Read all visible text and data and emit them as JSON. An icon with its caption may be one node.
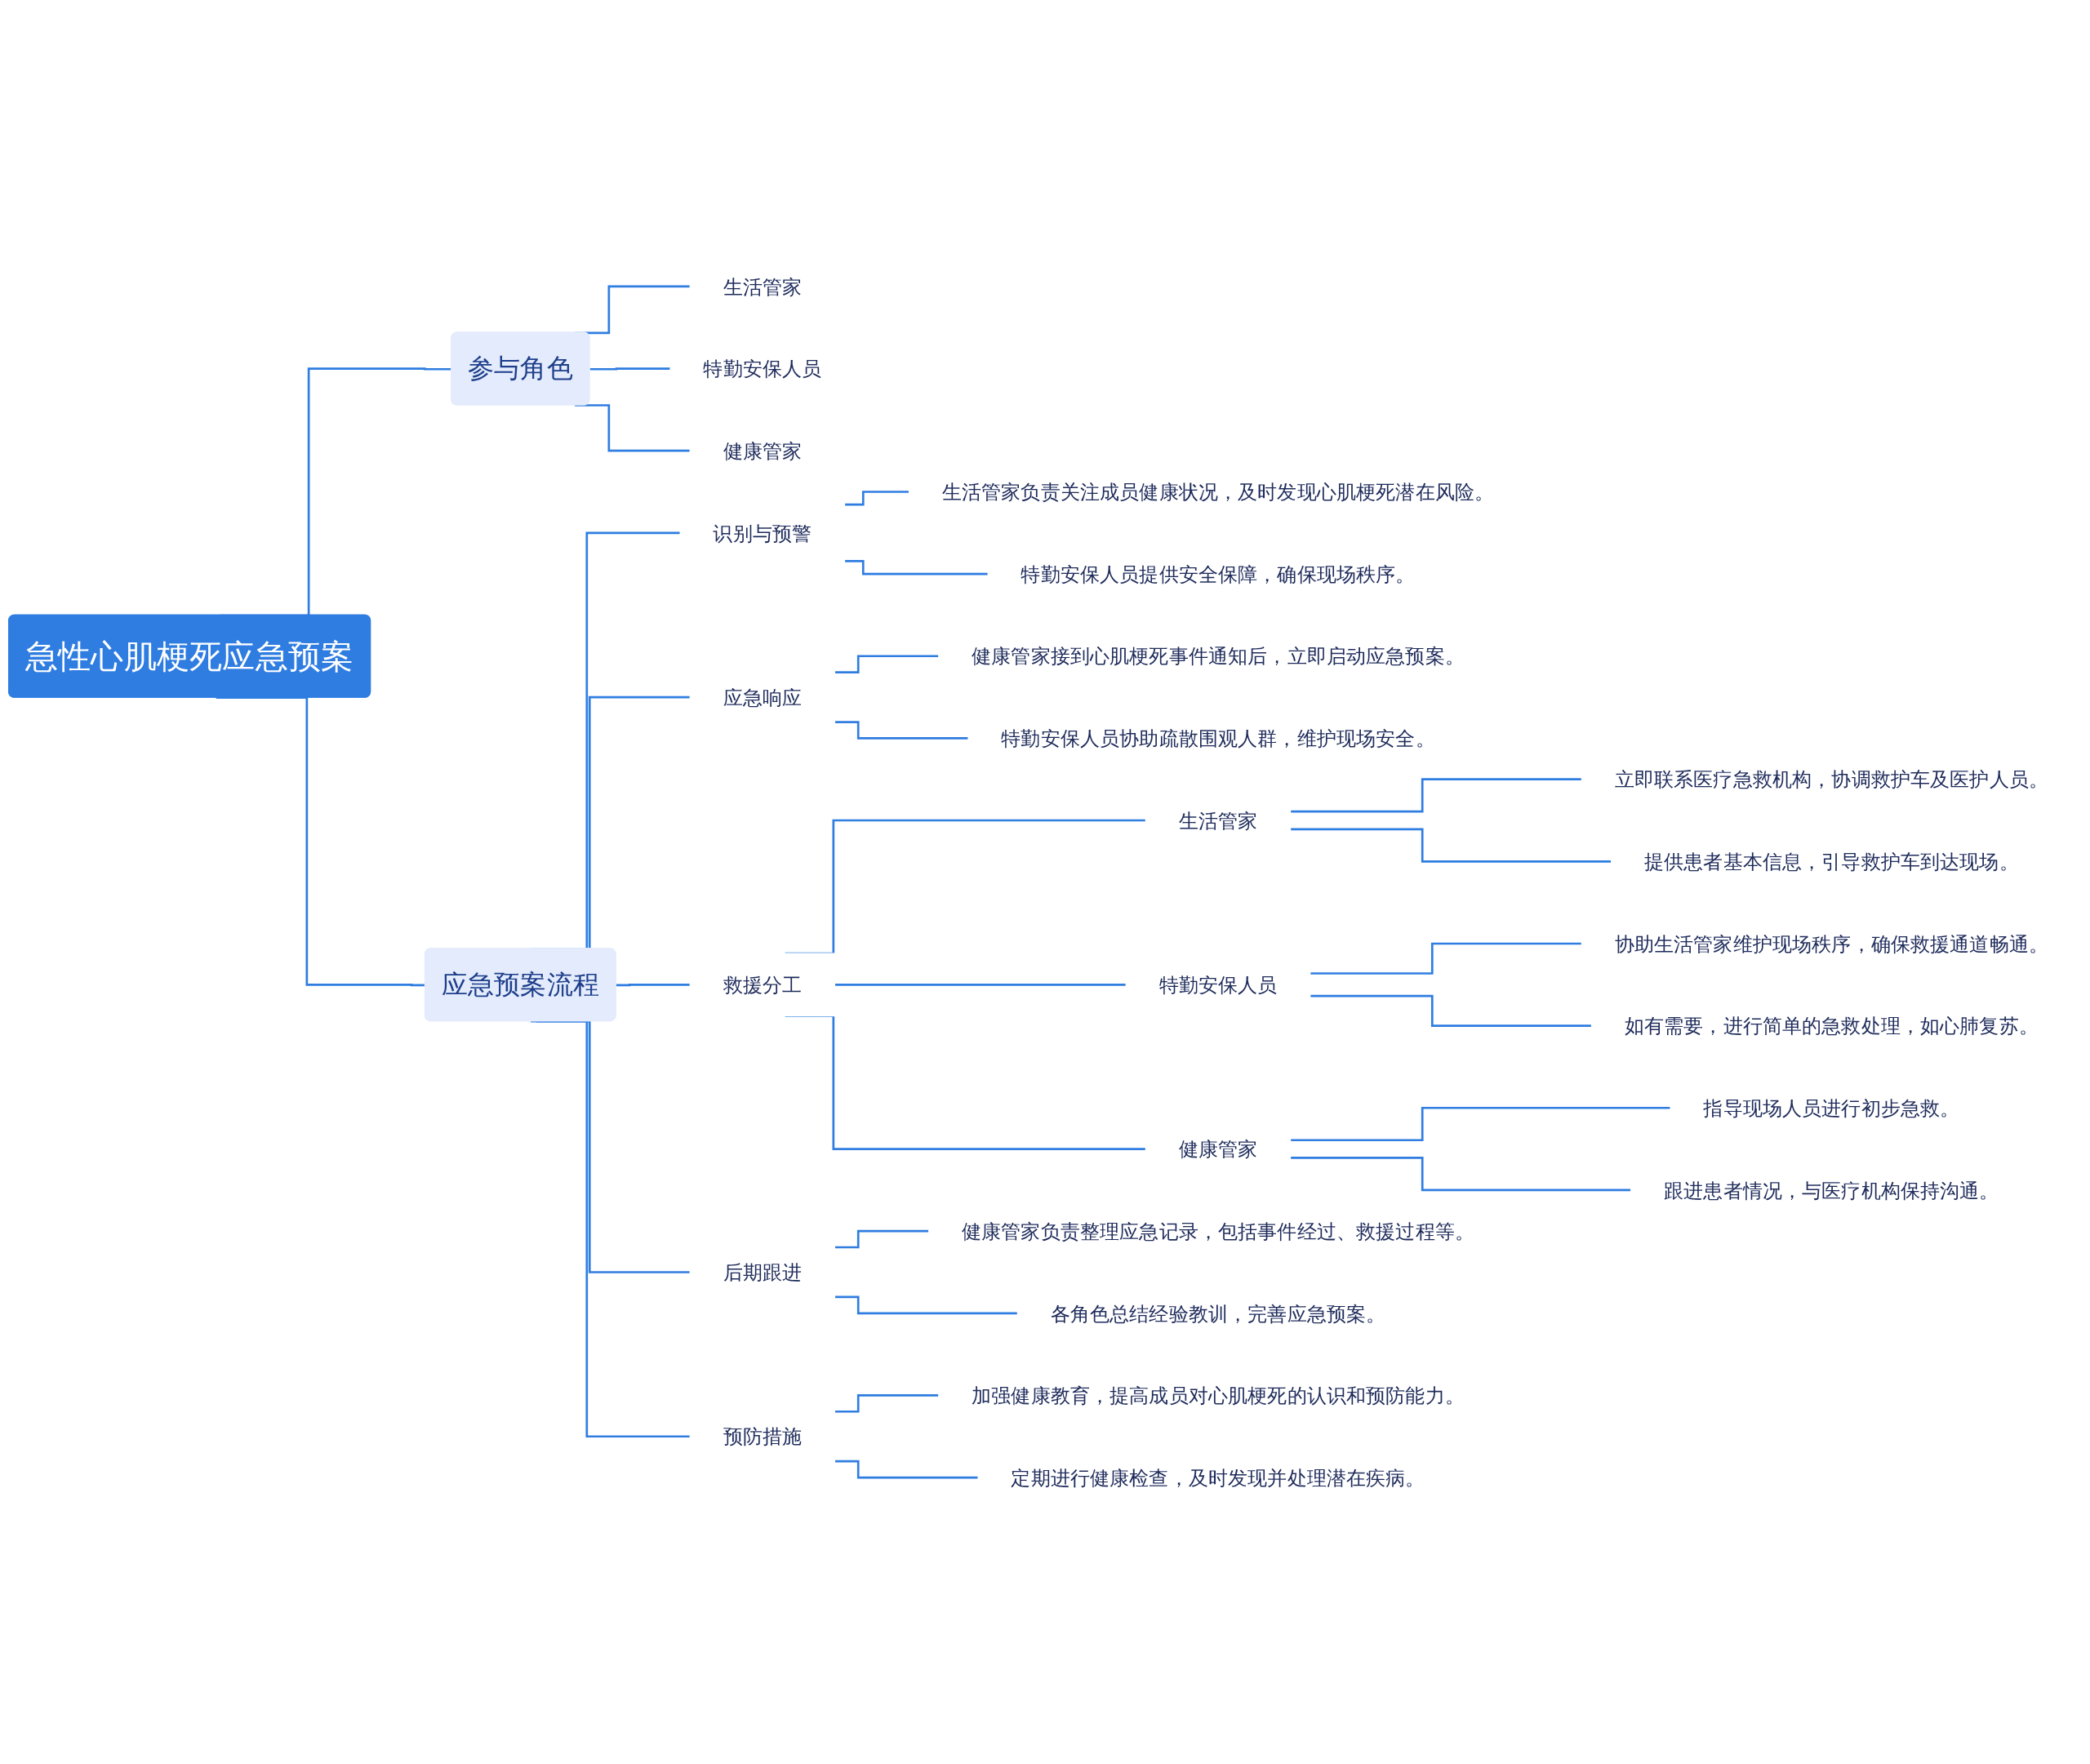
{
  "diagram": {
    "nodes": [
      {
        "text": [
          "急性心肌梗死应急预案"
        ]
      },
      {
        "text": [
          "参与角色"
        ]
      },
      {
        "text": [
          "生活管家"
        ]
      },
      {
        "text": [
          "特勤安保人员"
        ]
      },
      {
        "text": [
          "健康管家"
        ]
      },
      {
        "text": [
          "应急预案流程"
        ]
      },
      {
        "text": [
          "识别与预警"
        ]
      },
      {
        "text": [
          "生活管家负责关注成员健康状况，及时发现心肌梗死潜在风险。"
        ]
      },
      {
        "text": [
          "特勤安保人员提供安全保障，确保现场秩序。"
        ]
      },
      {
        "text": [
          "应急响应"
        ]
      },
      {
        "text": [
          "健康管家接到心肌梗死事件通知后，立即启动应急预案。"
        ]
      },
      {
        "text": [
          "特勤安保人员协助疏散围观人群，维护现场安全。"
        ]
      },
      {
        "text": [
          "救援分工"
        ]
      },
      {
        "text": [
          "生活管家"
        ]
      },
      {
        "text": [
          "立即联系医疗急救机构，协调救护车及医护人员。"
        ]
      },
      {
        "text": [
          "提供患者基本信息，引导救护车到达现场。"
        ]
      },
      {
        "text": [
          "特勤安保人员"
        ]
      },
      {
        "text": [
          "协助生活管家维护现场秩序，确保救援通道畅通。"
        ]
      },
      {
        "text": [
          "如有需要，进行简单的急救处理，如心肺复苏。"
        ]
      },
      {
        "text": [
          "健康管家"
        ]
      },
      {
        "text": [
          "指导现场人员进行初步急救。"
        ]
      },
      {
        "text": [
          "跟进患者情况，与医疗机构保持沟通。"
        ]
      },
      {
        "text": [
          "后期跟进"
        ]
      },
      {
        "text": [
          "健康管家负责整理应急记录，包括事件经过、救援过程等。"
        ]
      },
      {
        "text": [
          "各角色总结经验教训，完善应急预案。"
        ]
      },
      {
        "text": [
          "预防措施"
        ]
      },
      {
        "text": [
          "加强健康教育，提高成员对心肌梗死的认识和预防能力。"
        ]
      },
      {
        "text": [
          "定期进行健康检查，及时发现并处理潜在疾病。"
        ]
      }
    ],
    "edges": [
      {
        "from": 0,
        "to": 1,
        "arrow": "none"
      },
      {
        "from": 1,
        "to": 2,
        "arrow": "none"
      },
      {
        "from": 1,
        "to": 3,
        "arrow": "none"
      },
      {
        "from": 1,
        "to": 4,
        "arrow": "none"
      },
      {
        "from": 0,
        "to": 5,
        "arrow": "none"
      },
      {
        "from": 5,
        "to": 6,
        "arrow": "none"
      },
      {
        "from": 6,
        "to": 7,
        "arrow": "none"
      },
      {
        "from": 6,
        "to": 8,
        "arrow": "none"
      },
      {
        "from": 5,
        "to": 9,
        "arrow": "none"
      },
      {
        "from": 9,
        "to": 10,
        "arrow": "none"
      },
      {
        "from": 9,
        "to": 11,
        "arrow": "none"
      },
      {
        "from": 5,
        "to": 12,
        "arrow": "none"
      },
      {
        "from": 12,
        "to": 13,
        "arrow": "none"
      },
      {
        "from": 13,
        "to": 14,
        "arrow": "none"
      },
      {
        "from": 13,
        "to": 15,
        "arrow": "none"
      },
      {
        "from": 12,
        "to": 16,
        "arrow": "none"
      },
      {
        "from": 16,
        "to": 17,
        "arrow": "none"
      },
      {
        "from": 16,
        "to": 18,
        "arrow": "none"
      },
      {
        "from": 12,
        "to": 19,
        "arrow": "none"
      },
      {
        "from": 19,
        "to": 20,
        "arrow": "none"
      },
      {
        "from": 19,
        "to": 21,
        "arrow": "none"
      },
      {
        "from": 5,
        "to": 22,
        "arrow": "none"
      },
      {
        "from": 22,
        "to": 23,
        "arrow": "none"
      },
      {
        "from": 22,
        "to": 24,
        "arrow": "none"
      },
      {
        "from": 5,
        "to": 25,
        "arrow": "none"
      },
      {
        "from": 25,
        "to": 26,
        "arrow": "none"
      },
      {
        "from": 25,
        "to": 27,
        "arrow": "none"
      }
    ]
  }
}
